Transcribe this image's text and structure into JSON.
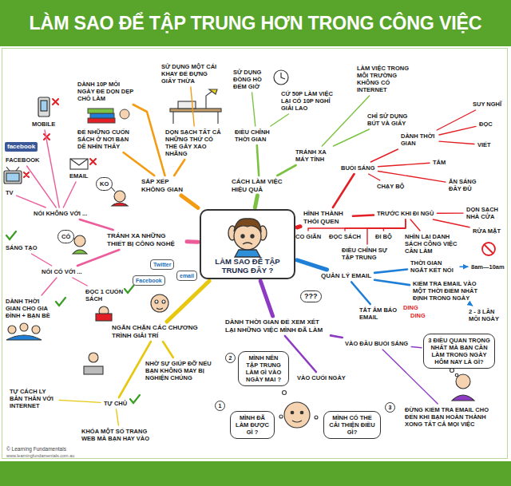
{
  "diagram": {
    "title": "LÀM SAO ĐỂ TẬP TRUNG HƠN TRONG CÔNG VIỆC",
    "nodes": [
      {
        "text": [
          "LÀM SAO ĐỂ TẬP TRUNG ĐÂY ?"
        ]
      },
      {
        "text": [
          "SẮP XẾP KHÔNG GIAN"
        ]
      },
      {
        "text": [
          "DÀNH 10P MỖI NGÀY ĐỂ DỌN DẸP CHỖ LÀM"
        ]
      },
      {
        "text": [
          "SỬ DỤNG MỘT CÁI KHAY ĐỂ ĐỰNG GIẤY THỪA"
        ]
      },
      {
        "text": [
          "ĐỂ NHỮNG CUỐN SÁCH Ở NƠI BẠN DỄ NHÌN THẤY"
        ]
      },
      {
        "text": [
          "DỌN SẠCH TẤT CẢ NHỮNG THỨ CÓ THỂ GÂY XAO NHÃNG"
        ]
      },
      {
        "text": [
          "CÁCH LÀM VIỆC HIỆU QUẢ"
        ]
      },
      {
        "text": [
          "ĐIỀU CHỈNH THỜI GIAN"
        ]
      },
      {
        "text": [
          "SỬ DỤNG ĐỒNG HỒ ĐẾM GIỜ"
        ]
      },
      {
        "text": [
          "CỨ 50P LÀM VIỆC LẠI CÓ 10P NGHỈ GIẢI LAO"
        ]
      },
      {
        "text": [
          "TRÁNH XA MÁY TÍNH"
        ]
      },
      {
        "text": [
          "LÀM VIỆC TRONG MÔI TRƯỜNG KHÔNG CÓ INTERNET"
        ]
      },
      {
        "text": [
          "CHỈ SỬ DỤNG BÚT VÀ GIẤY"
        ]
      },
      {
        "text": [
          "HÌNH THÀNH THÓI QUEN"
        ]
      },
      {
        "text": [
          "BUỔI SÁNG"
        ]
      },
      {
        "text": [
          "DÀNH THỜI GIAN"
        ]
      },
      {
        "text": [
          "SUY NGHĨ"
        ]
      },
      {
        "text": [
          "ĐỌC"
        ]
      },
      {
        "text": [
          "VIẾT"
        ]
      },
      {
        "text": [
          "TẮM"
        ]
      },
      {
        "text": [
          "ĂN SÁNG ĐẦY ĐỦ"
        ]
      },
      {
        "text": [
          "CHẠY BỘ"
        ]
      },
      {
        "text": [
          "TRƯỚC KHI ĐI NGỦ"
        ]
      },
      {
        "text": [
          "DỌN SẠCH NHÀ CỬA"
        ]
      },
      {
        "text": [
          "RỬA MẶT"
        ]
      },
      {
        "text": [
          "ĐỌC SÁCH"
        ]
      },
      {
        "text": [
          "NHÌN LẠI DANH SÁCH CÔNG VIỆC CẦN LÀM"
        ]
      },
      {
        "text": [
          "ĐI BỘ"
        ]
      },
      {
        "text": [
          "CO GIÃN"
        ]
      },
      {
        "text": [
          "ĐIỀU CHỈNH SỰ TẬP TRUNG"
        ]
      },
      {
        "text": [
          "QUẢN LÝ EMAIL"
        ]
      },
      {
        "text": [
          "THỜI GIAN NGẮT KẾT NỐI"
        ]
      },
      {
        "text": [
          "8am—10am"
        ]
      },
      {
        "text": [
          "KIỂM TRA EMAIL VÀO MỘT THỜI ĐIỂM NHẤT ĐỊNH TRONG NGÀY"
        ]
      },
      {
        "text": [
          "2 - 3 LẦN MỖI NGÀY"
        ]
      },
      {
        "text": [
          "TẮT ÂM BÁO EMAIL"
        ]
      },
      {
        "text": [
          "DÀNH THỜI GIAN ĐỂ XEM XÉT LẠI NHỮNG VIỆC MÌNH ĐÃ LÀM"
        ]
      },
      {
        "text": [
          "VÀO ĐẦU BUỔI SÁNG"
        ]
      },
      {
        "text": [
          "3 ĐIỀU QUAN TRỌNG NHẤT MÀ BẠN CẦN LÀM TRONG NGÀY HÔM NAY LÀ GÌ?"
        ]
      },
      {
        "text": [
          "ĐỪNG KIỂM TRA EMAIL CHO ĐẾN KHI BẠN HOÀN THÀNH XONG TẤT CẢ MỌI VIỆC"
        ]
      },
      {
        "text": [
          "VÀO CUỐI NGÀY"
        ]
      },
      {
        "text": [
          "MÌNH NÊN TẬP TRUNG LÀM GÌ VÀO NGÀY MAI ?"
        ]
      },
      {
        "text": [
          "MÌNH ĐÃ LÀM ĐƯỢC GÌ ?"
        ]
      },
      {
        "text": [
          "MÌNH CÓ THỂ CẢI THIỆN ĐIỀU GÌ?"
        ]
      },
      {
        "text": [
          "NGĂN CHẶN CÁC CHƯƠNG TRÌNH GIẢI TRÍ"
        ]
      },
      {
        "text": [
          "NHỜ SỰ GIÚP ĐỠ NẾU BẠN KHÔNG MAY BỊ NGHIỆN CHÚNG"
        ]
      },
      {
        "text": [
          "TỰ CHỦ"
        ]
      },
      {
        "text": [
          "TỰ CÁCH LY BẢN THÂN VỚI INTERNET"
        ]
      },
      {
        "text": [
          "KHÓA MỘT SỐ TRANG WEB MÀ BẠN HAY VÀO"
        ]
      },
      {
        "text": [
          "TRÁNH XA NHỮNG THIẾT BỊ CÔNG NGHỆ"
        ]
      },
      {
        "text": [
          "NÓI KHÔNG VỚI ..."
        ]
      },
      {
        "text": [
          "FACEBOOK"
        ]
      },
      {
        "text": [
          "MOBILE"
        ]
      },
      {
        "text": [
          "EMAIL"
        ]
      },
      {
        "text": [
          "TV"
        ]
      },
      {
        "text": [
          "KO"
        ]
      },
      {
        "text": [
          "NÓI CÓ VỚI ..."
        ]
      },
      {
        "text": [
          "CÓ"
        ]
      },
      {
        "text": [
          "SÁNG TẠO"
        ]
      },
      {
        "text": [
          "ĐỌC 1 CUỐN SÁCH"
        ]
      },
      {
        "text": [
          "DÀNH THỜI GIAN CHO GIA ĐÌNH + BẠN BÈ"
        ]
      }
    ],
    "edges": [
      {
        "from": 0,
        "to": 1,
        "arrow": "none"
      },
      {
        "from": 1,
        "to": 2,
        "arrow": "none"
      },
      {
        "from": 1,
        "to": 4,
        "arrow": "none"
      },
      {
        "from": 1,
        "to": 5,
        "arrow": "none"
      },
      {
        "from": 5,
        "to": 3,
        "arrow": "none"
      },
      {
        "from": 0,
        "to": 6,
        "arrow": "none"
      },
      {
        "from": 6,
        "to": 7,
        "arrow": "none"
      },
      {
        "from": 7,
        "to": 8,
        "arrow": "none"
      },
      {
        "from": 7,
        "to": 9,
        "arrow": "none"
      },
      {
        "from": 6,
        "to": 10,
        "arrow": "none"
      },
      {
        "from": 10,
        "to": 11,
        "arrow": "none"
      },
      {
        "from": 10,
        "to": 12,
        "arrow": "none"
      },
      {
        "from": 0,
        "to": 13,
        "arrow": "none"
      },
      {
        "from": 13,
        "to": 14,
        "arrow": "none"
      },
      {
        "from": 14,
        "to": 15,
        "arrow": "none"
      },
      {
        "from": 15,
        "to": 16,
        "arrow": "none"
      },
      {
        "from": 15,
        "to": 17,
        "arrow": "none"
      },
      {
        "from": 15,
        "to": 18,
        "arrow": "none"
      },
      {
        "from": 14,
        "to": 19,
        "arrow": "none"
      },
      {
        "from": 14,
        "to": 20,
        "arrow": "none"
      },
      {
        "from": 14,
        "to": 21,
        "arrow": "none"
      },
      {
        "from": 13,
        "to": 22,
        "arrow": "none"
      },
      {
        "from": 22,
        "to": 23,
        "arrow": "none"
      },
      {
        "from": 22,
        "to": 24,
        "arrow": "none"
      },
      {
        "from": 22,
        "to": 25,
        "arrow": "none"
      },
      {
        "from": 22,
        "to": 26,
        "arrow": "none"
      },
      {
        "from": 22,
        "to": 27,
        "arrow": "none"
      },
      {
        "from": 22,
        "to": 28,
        "arrow": "none"
      },
      {
        "from": 22,
        "to": 29,
        "arrow": "none"
      },
      {
        "from": 0,
        "to": 30,
        "arrow": "none"
      },
      {
        "from": 30,
        "to": 31,
        "arrow": "none"
      },
      {
        "from": 31,
        "to": 32,
        "arrow": "to"
      },
      {
        "from": 30,
        "to": 33,
        "arrow": "none"
      },
      {
        "from": 33,
        "to": 34,
        "arrow": "to"
      },
      {
        "from": 30,
        "to": 35,
        "arrow": "none"
      },
      {
        "from": 0,
        "to": 36,
        "arrow": "none"
      },
      {
        "from": 36,
        "to": 37,
        "arrow": "none"
      },
      {
        "from": 37,
        "to": 38,
        "arrow": "none"
      },
      {
        "from": 37,
        "to": 39,
        "arrow": "none"
      },
      {
        "from": 36,
        "to": 40,
        "arrow": "none"
      },
      {
        "from": 0,
        "to": 44,
        "arrow": "none"
      },
      {
        "from": 44,
        "to": 45,
        "arrow": "none"
      },
      {
        "from": 44,
        "to": 46,
        "arrow": "none"
      },
      {
        "from": 46,
        "to": 47,
        "arrow": "none"
      },
      {
        "from": 46,
        "to": 48,
        "arrow": "none"
      },
      {
        "from": 0,
        "to": 49,
        "arrow": "none"
      },
      {
        "from": 49,
        "to": 50,
        "arrow": "none"
      },
      {
        "from": 50,
        "to": 51,
        "arrow": "none"
      },
      {
        "from": 50,
        "to": 52,
        "arrow": "none"
      },
      {
        "from": 50,
        "to": 53,
        "arrow": "none"
      },
      {
        "from": 50,
        "to": 54,
        "arrow": "none"
      },
      {
        "from": 49,
        "to": 56,
        "arrow": "none"
      },
      {
        "from": 56,
        "to": 58,
        "arrow": "none"
      },
      {
        "from": 56,
        "to": 59,
        "arrow": "none"
      },
      {
        "from": 56,
        "to": 60,
        "arrow": "none"
      }
    ],
    "labels": [
      "facebook",
      "Twitter",
      "Facebook",
      "email",
      "DING",
      "DING",
      "1",
      "2",
      "3",
      "???",
      "© Learning Fundamentals",
      "www.learningfundamentals.com.au"
    ]
  }
}
